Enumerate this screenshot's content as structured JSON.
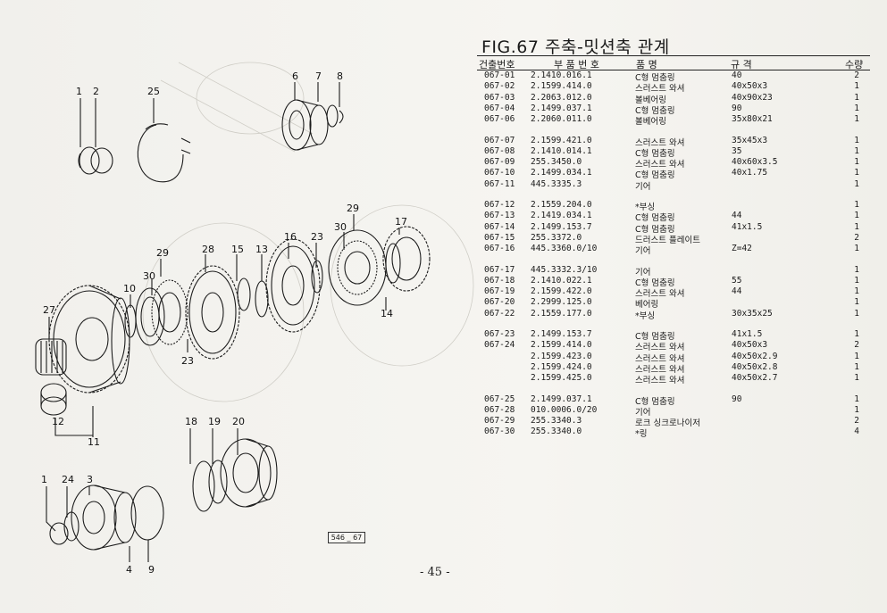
{
  "title": "FIG.67 주축-밋션축 관계",
  "headers": {
    "no": "건출번호",
    "part": "부 품 번 호",
    "name": "품    명",
    "spec": "규      격",
    "qty": "수량"
  },
  "rows": [
    {
      "no": "067-01",
      "part": "2.1410.016.1",
      "name": "C형 멈춤링",
      "spec": "40",
      "qty": "2"
    },
    {
      "no": "067-02",
      "part": "2.1599.414.0",
      "name": "스러스트 와셔",
      "spec": "40x50x3",
      "qty": "1"
    },
    {
      "no": "067-03",
      "part": "2.2063.012.0",
      "name": "볼베어링",
      "spec": "40x90x23",
      "qty": "1"
    },
    {
      "no": "067-04",
      "part": "2.1499.037.1",
      "name": "C형 멈춤링",
      "spec": "90",
      "qty": "1"
    },
    {
      "no": "067-06",
      "part": "2.2060.011.0",
      "name": "볼베어링",
      "spec": "35x80x21",
      "qty": "1"
    },
    {
      "no": "067-07",
      "part": "2.1599.421.0",
      "name": "스러스트 와셔",
      "spec": "35x45x3",
      "qty": "1"
    },
    {
      "no": "067-08",
      "part": "2.1410.014.1",
      "name": "C형 멈춤링",
      "spec": "35",
      "qty": "1"
    },
    {
      "no": "067-09",
      "part": "255.3450.0",
      "name": "스러스트 와셔",
      "spec": "40x60x3.5",
      "qty": "1"
    },
    {
      "no": "067-10",
      "part": "2.1499.034.1",
      "name": "C형 멈춤링",
      "spec": "40x1.75",
      "qty": "1"
    },
    {
      "no": "067-11",
      "part": "445.3335.3",
      "name": "기어",
      "spec": "",
      "qty": "1"
    },
    {
      "no": "067-12",
      "part": "2.1559.204.0",
      "name": "*부싱",
      "spec": "",
      "qty": "1"
    },
    {
      "no": "067-13",
      "part": "2.1419.034.1",
      "name": "C형 멈춤링",
      "spec": "44",
      "qty": "1"
    },
    {
      "no": "067-14",
      "part": "2.1499.153.7",
      "name": "C형 멈춤링",
      "spec": "41x1.5",
      "qty": "1"
    },
    {
      "no": "067-15",
      "part": "255.3372.0",
      "name": "드러스트 플레이트",
      "spec": "",
      "qty": "2"
    },
    {
      "no": "067-16",
      "part": "445.3360.0/10",
      "name": "기어",
      "spec": "Z=42",
      "qty": "1"
    },
    {
      "no": "067-17",
      "part": "445.3332.3/10",
      "name": "기어",
      "spec": "",
      "qty": "1"
    },
    {
      "no": "067-18",
      "part": "2.1410.022.1",
      "name": "C형 멈춤링",
      "spec": "55",
      "qty": "1"
    },
    {
      "no": "067-19",
      "part": "2.1599.422.0",
      "name": "스러스트 와셔",
      "spec": "44",
      "qty": "1"
    },
    {
      "no": "067-20",
      "part": "2.2999.125.0",
      "name": "베어링",
      "spec": "",
      "qty": "1"
    },
    {
      "no": "067-22",
      "part": "2.1559.177.0",
      "name": "*부싱",
      "spec": "30x35x25",
      "qty": "1"
    },
    {
      "no": "067-23",
      "part": "2.1499.153.7",
      "name": "C형 멈춤링",
      "spec": "41x1.5",
      "qty": "1"
    },
    {
      "no": "067-24",
      "part": "2.1599.414.0",
      "name": "스러스트 와셔",
      "spec": "40x50x3",
      "qty": "2"
    },
    {
      "no": "",
      "part": "2.1599.423.0",
      "name": "스러스트 와셔",
      "spec": "40x50x2.9",
      "qty": "1"
    },
    {
      "no": "",
      "part": "2.1599.424.0",
      "name": "스러스트 와셔",
      "spec": "40x50x2.8",
      "qty": "1"
    },
    {
      "no": "",
      "part": "2.1599.425.0",
      "name": "스러스트 와셔",
      "spec": "40x50x2.7",
      "qty": "1"
    },
    {
      "no": "067-25",
      "part": "2.1499.037.1",
      "name": "C형 멈춤링",
      "spec": "90",
      "qty": "1"
    },
    {
      "no": "067-28",
      "part": "010.0006.0/20",
      "name": "기어",
      "spec": "",
      "qty": "1"
    },
    {
      "no": "067-29",
      "part": "255.3340.3",
      "name": "로크 싱크로나이저",
      "spec": "",
      "qty": "2"
    },
    {
      "no": "067-30",
      "part": "255.3340.0",
      "name": "*링",
      "spec": "",
      "qty": "4"
    }
  ],
  "callouts": [
    "1",
    "2",
    "25",
    "6",
    "7",
    "8",
    "29",
    "17",
    "30",
    "16",
    "23",
    "29",
    "28",
    "15",
    "13",
    "30",
    "10",
    "27",
    "14",
    "23",
    "12",
    "11",
    "18",
    "19",
    "20",
    "1",
    "24",
    "3",
    "4",
    "9"
  ],
  "figure_ref": "546 _ 67",
  "page_number": "- 45 -"
}
